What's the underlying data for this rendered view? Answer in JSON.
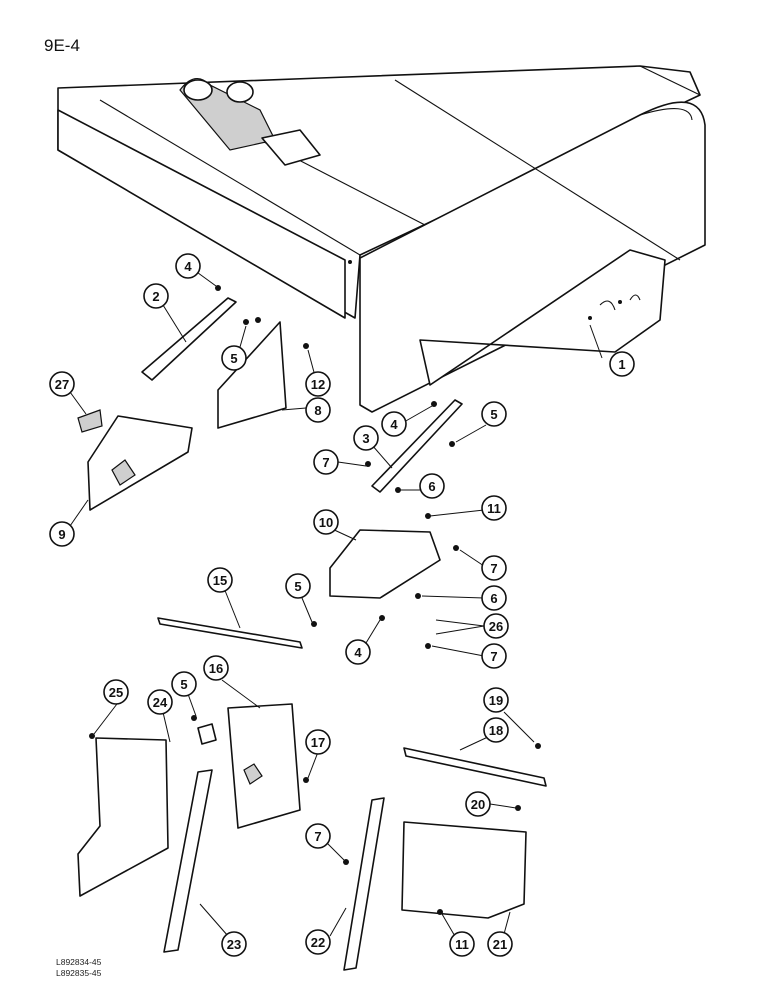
{
  "page": {
    "title": "9E-4"
  },
  "figure_refs": [
    "L892834-45",
    "L892835-45"
  ],
  "callouts": [
    "1",
    "2",
    "3",
    "4",
    "4",
    "4",
    "5",
    "5",
    "5",
    "5",
    "6",
    "6",
    "7",
    "7",
    "7",
    "7",
    "8",
    "9",
    "10",
    "11",
    "11",
    "12",
    "15",
    "16",
    "17",
    "18",
    "19",
    "20",
    "21",
    "22",
    "23",
    "24",
    "25",
    "26",
    "27"
  ]
}
